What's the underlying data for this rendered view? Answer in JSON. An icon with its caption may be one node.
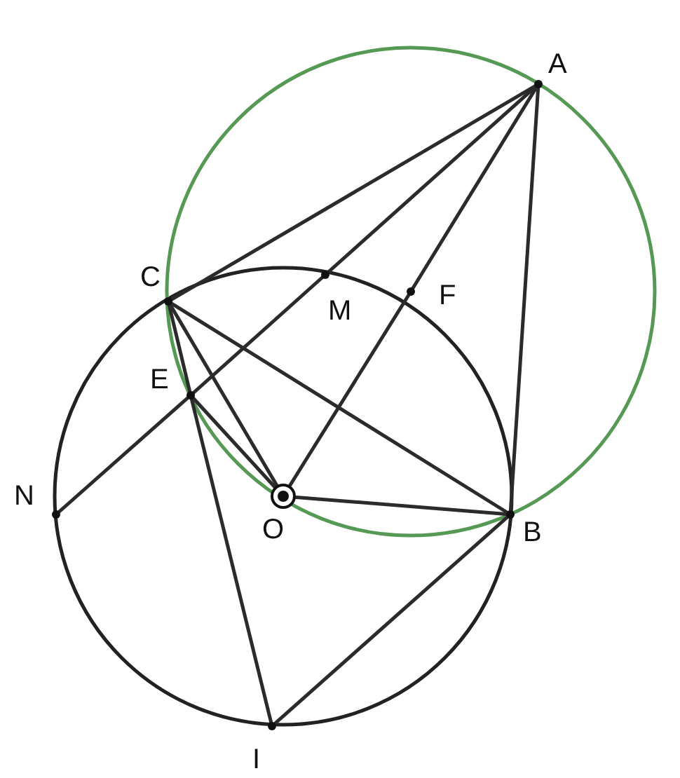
{
  "diagram": {
    "nodes": [
      {
        "text": [
          "A"
        ]
      },
      {
        "text": [
          "C"
        ]
      },
      {
        "text": [
          "M"
        ]
      },
      {
        "text": [
          "F"
        ]
      },
      {
        "text": [
          "E"
        ]
      },
      {
        "text": [
          "N"
        ]
      },
      {
        "text": [
          "O"
        ]
      },
      {
        "text": [
          "B"
        ]
      },
      {
        "text": [
          "I"
        ]
      }
    ],
    "edges": [
      {
        "from": 1,
        "to": 0,
        "arrow": "none"
      },
      {
        "from": 5,
        "to": 4,
        "arrow": "none"
      },
      {
        "from": 4,
        "to": 2,
        "arrow": "none"
      },
      {
        "from": 2,
        "to": 0,
        "arrow": "none"
      },
      {
        "from": 6,
        "to": 3,
        "arrow": "none"
      },
      {
        "from": 3,
        "to": 0,
        "arrow": "none"
      },
      {
        "from": 0,
        "to": 7,
        "arrow": "none"
      },
      {
        "from": 1,
        "to": 7,
        "arrow": "none"
      },
      {
        "from": 1,
        "to": 6,
        "arrow": "none"
      },
      {
        "from": 1,
        "to": 4,
        "arrow": "none"
      },
      {
        "from": 4,
        "to": 8,
        "arrow": "none"
      },
      {
        "from": 4,
        "to": 6,
        "arrow": "none"
      },
      {
        "from": 6,
        "to": 7,
        "arrow": "none"
      },
      {
        "from": 8,
        "to": 7,
        "arrow": "none"
      }
    ]
  }
}
